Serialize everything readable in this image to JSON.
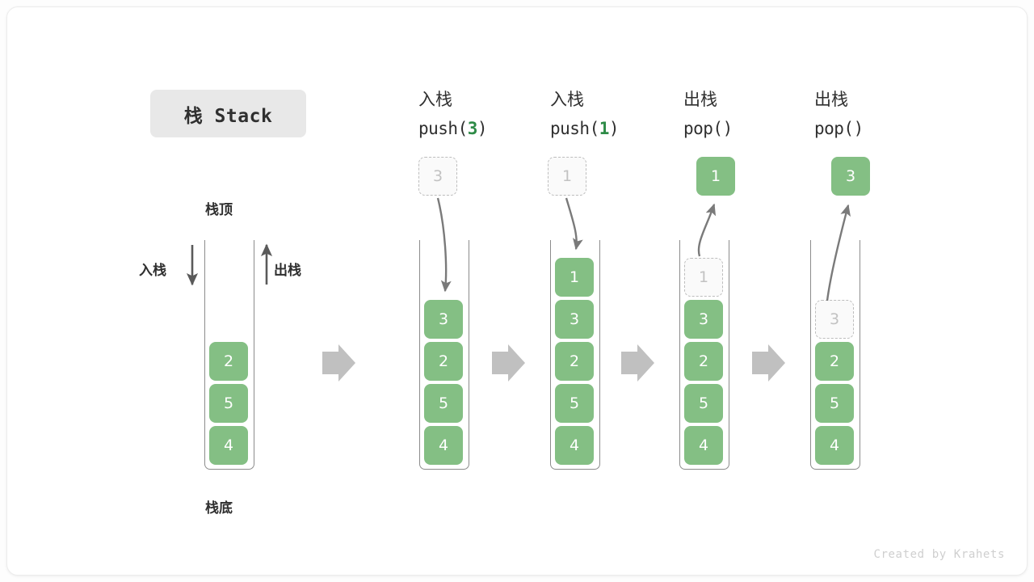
{
  "title": {
    "badge_label": "栈 Stack"
  },
  "legend": {
    "top_label": "栈顶",
    "bottom_label": "栈底",
    "push_side_label": "入栈",
    "pop_side_label": "出栈"
  },
  "colors": {
    "cell_green": "#84bf84",
    "cell_text": "#ffffff",
    "ghost_border": "#bdbdbd",
    "ghost_text": "#c2c2c2",
    "arrow_gray": "#7a7a7a",
    "chevron_gray": "#c0c0c0",
    "badge_bg": "#e8e8e8",
    "accent_number": "#2e8b47",
    "container_border": "#8c8c8c"
  },
  "stages": [
    {
      "id": "initial",
      "caption_cn": "",
      "caption_code": "",
      "cells": [
        {
          "value": "2",
          "state": "solid"
        },
        {
          "value": "5",
          "state": "solid"
        },
        {
          "value": "4",
          "state": "solid"
        }
      ],
      "floating_cell": null
    },
    {
      "id": "push-3",
      "caption_cn": "入栈",
      "caption_code_prefix": "push(",
      "caption_code_num": "3",
      "caption_code_suffix": ")",
      "cells": [
        {
          "value": "3",
          "state": "solid"
        },
        {
          "value": "2",
          "state": "solid"
        },
        {
          "value": "5",
          "state": "solid"
        },
        {
          "value": "4",
          "state": "solid"
        }
      ],
      "floating_cell": {
        "value": "3",
        "state": "ghost"
      }
    },
    {
      "id": "push-1",
      "caption_cn": "入栈",
      "caption_code_prefix": "push(",
      "caption_code_num": "1",
      "caption_code_suffix": ")",
      "cells": [
        {
          "value": "1",
          "state": "solid"
        },
        {
          "value": "3",
          "state": "solid"
        },
        {
          "value": "2",
          "state": "solid"
        },
        {
          "value": "5",
          "state": "solid"
        },
        {
          "value": "4",
          "state": "solid"
        }
      ],
      "floating_cell": {
        "value": "1",
        "state": "ghost"
      }
    },
    {
      "id": "pop-1",
      "caption_cn": "出栈",
      "caption_code_prefix": "pop(",
      "caption_code_num": "",
      "caption_code_suffix": ")",
      "cells": [
        {
          "value": "1",
          "state": "ghost"
        },
        {
          "value": "3",
          "state": "solid"
        },
        {
          "value": "2",
          "state": "solid"
        },
        {
          "value": "5",
          "state": "solid"
        },
        {
          "value": "4",
          "state": "solid"
        }
      ],
      "floating_cell": {
        "value": "1",
        "state": "solid"
      }
    },
    {
      "id": "pop-3",
      "caption_cn": "出栈",
      "caption_code_prefix": "pop(",
      "caption_code_num": "",
      "caption_code_suffix": ")",
      "cells": [
        {
          "value": "3",
          "state": "ghost"
        },
        {
          "value": "2",
          "state": "solid"
        },
        {
          "value": "5",
          "state": "solid"
        },
        {
          "value": "4",
          "state": "solid"
        }
      ],
      "floating_cell": {
        "value": "3",
        "state": "solid"
      }
    }
  ],
  "footer": {
    "credit": "Created by Krahets"
  }
}
